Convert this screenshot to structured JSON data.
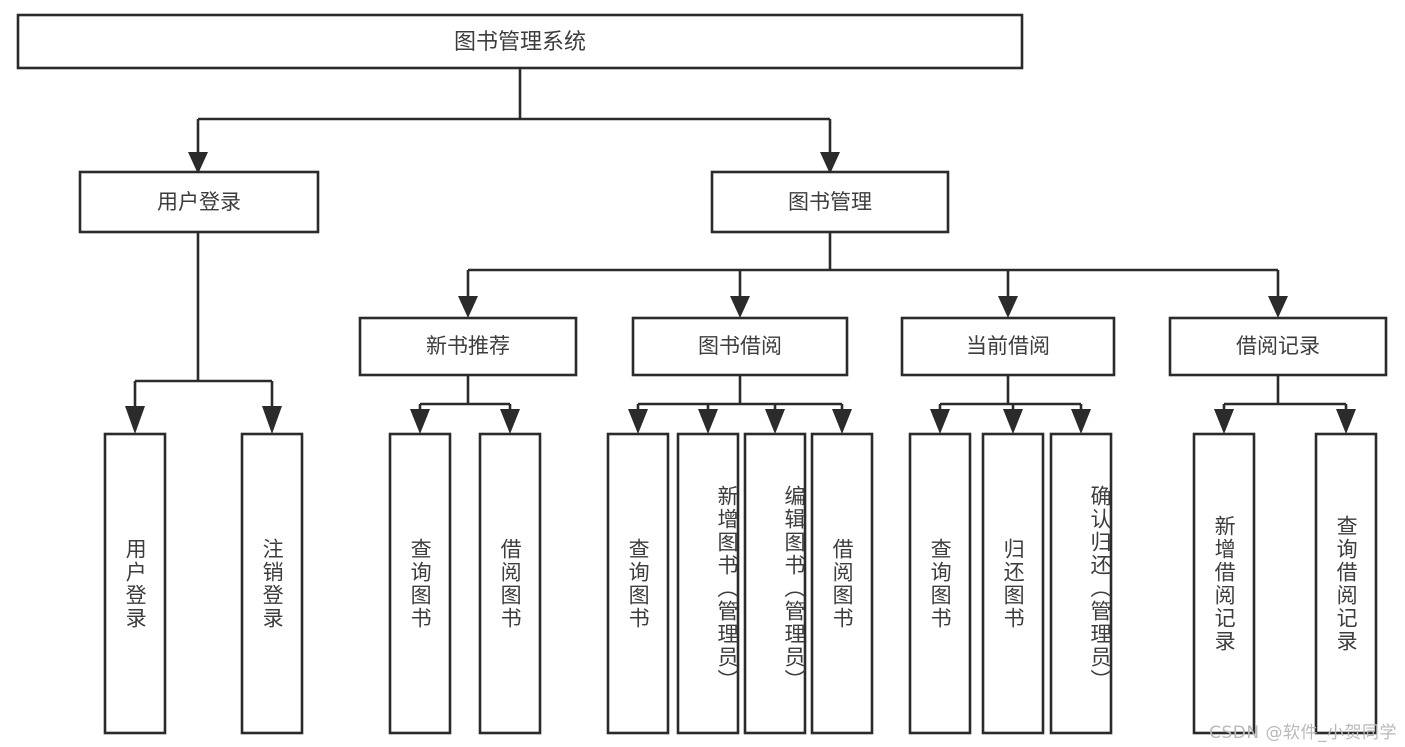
{
  "diagram": {
    "title": "图书管理系统",
    "type": "tree-hierarchy-chart",
    "watermark": "CSDN @软件_小贺同学",
    "colors": {
      "stroke": "#2b2b2b",
      "box_fill": "#ffffff",
      "text": "#3d3d3d",
      "background": "#ffffff",
      "watermark": "#b9b9b9"
    },
    "levels": {
      "root": {
        "label": "图书管理系统"
      },
      "level2": [
        {
          "label": "用户登录"
        },
        {
          "label": "图书管理"
        }
      ],
      "level3": [
        {
          "label": "新书推荐"
        },
        {
          "label": "图书借阅"
        },
        {
          "label": "当前借阅"
        },
        {
          "label": "借阅记录"
        }
      ]
    },
    "nodes": {
      "root": "图书管理系统",
      "user_login": "用户登录",
      "book_manage": "图书管理",
      "new_book_rec": "新书推荐",
      "book_borrow": "图书借阅",
      "current_borrow": "当前借阅",
      "borrow_record": "借阅记录",
      "leaf_user_login": "用户登录",
      "leaf_logout": "注销登录",
      "leaf_query_book_1": "查询图书",
      "leaf_borrow_book_1": "借阅图书",
      "leaf_query_book_2": "查询图书",
      "leaf_add_book_admin": "新增图书（管理员）",
      "leaf_edit_book_admin": "编辑图书（管理员）",
      "leaf_borrow_book_2": "借阅图书",
      "leaf_query_book_3": "查询图书",
      "leaf_return_book": "归还图书",
      "leaf_confirm_return_admin": "确认归还（管理员）",
      "leaf_add_record": "新增借阅记录",
      "leaf_query_record": "查询借阅记录"
    },
    "edges": [
      {
        "from": "图书管理系统",
        "to": "用户登录"
      },
      {
        "from": "图书管理系统",
        "to": "图书管理"
      },
      {
        "from": "用户登录",
        "to": "用户登录"
      },
      {
        "from": "用户登录",
        "to": "注销登录"
      },
      {
        "from": "图书管理",
        "to": "新书推荐"
      },
      {
        "from": "图书管理",
        "to": "图书借阅"
      },
      {
        "from": "图书管理",
        "to": "当前借阅"
      },
      {
        "from": "图书管理",
        "to": "借阅记录"
      },
      {
        "from": "新书推荐",
        "to": "查询图书"
      },
      {
        "from": "新书推荐",
        "to": "借阅图书"
      },
      {
        "from": "图书借阅",
        "to": "查询图书"
      },
      {
        "from": "图书借阅",
        "to": "新增图书（管理员）"
      },
      {
        "from": "图书借阅",
        "to": "编辑图书（管理员）"
      },
      {
        "from": "图书借阅",
        "to": "借阅图书"
      },
      {
        "from": "当前借阅",
        "to": "查询图书"
      },
      {
        "from": "当前借阅",
        "to": "归还图书"
      },
      {
        "from": "当前借阅",
        "to": "确认归还（管理员）"
      },
      {
        "from": "借阅记录",
        "to": "新增借阅记录"
      },
      {
        "from": "借阅记录",
        "to": "查询借阅记录"
      }
    ]
  }
}
